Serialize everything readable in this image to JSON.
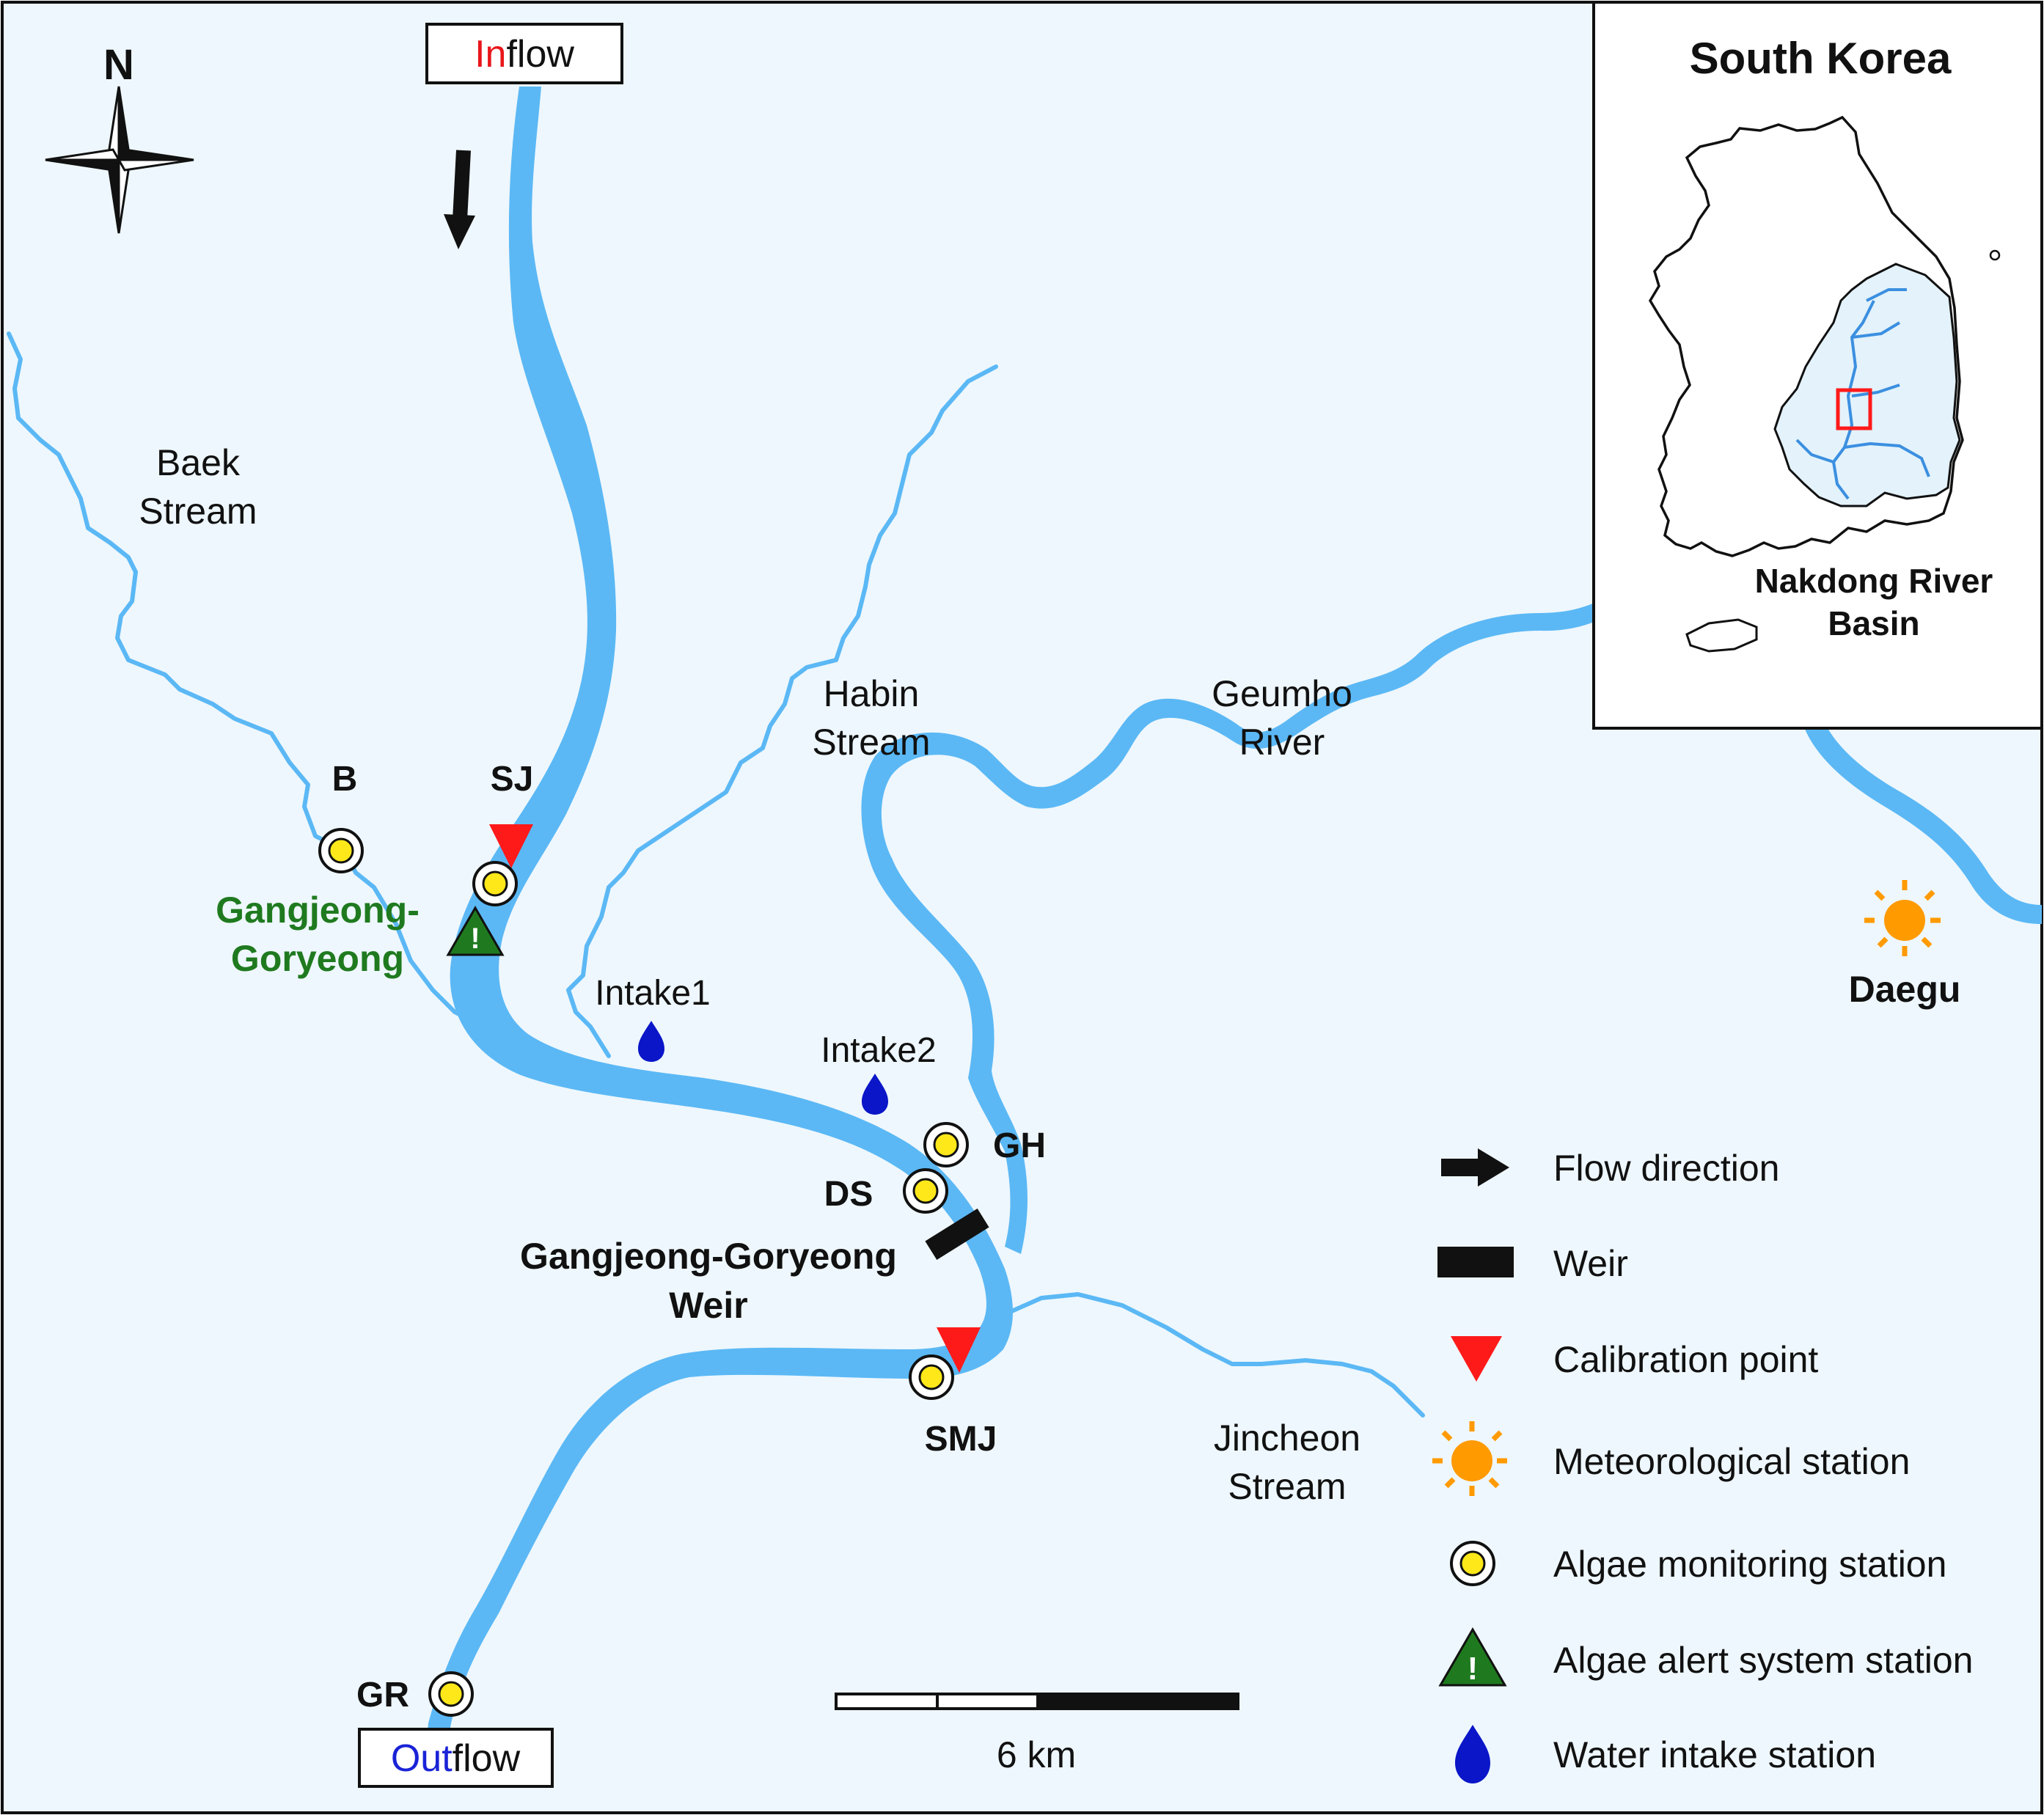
{
  "flow_labels": {
    "inflow_prefix": "In",
    "inflow_suffix": "flow",
    "outflow_prefix": "Out",
    "outflow_suffix": "flow"
  },
  "north": "N",
  "streams": {
    "baek_1": "Baek",
    "baek_2": "Stream",
    "habin_1": "Habin",
    "habin_2": "Stream",
    "geumho_1": "Geumho",
    "geumho_2": "River",
    "jincheon_1": "Jincheon",
    "jincheon_2": "Stream"
  },
  "stations": {
    "b": "B",
    "sj": "SJ",
    "gh": "GH",
    "ds": "DS",
    "smj": "SMJ",
    "gr": "GR",
    "intake1": "Intake1",
    "intake2": "Intake2",
    "alert_1": "Gangjeong-",
    "alert_2": "Goryeong",
    "weir_1": "Gangjeong-Goryeong",
    "weir_2": "Weir",
    "daegu": "Daegu"
  },
  "scale_bar": {
    "label": "6 km"
  },
  "inset": {
    "title": "South Korea",
    "basin_1": "Nakdong River",
    "basin_2": "Basin"
  },
  "legend": {
    "items": [
      {
        "label": "Flow direction",
        "icon": "arrow-icon"
      },
      {
        "label": "Weir",
        "icon": "weir-icon"
      },
      {
        "label": "Calibration point",
        "icon": "red-triangle-icon"
      },
      {
        "label": "Meteorological station",
        "icon": "sun-icon"
      },
      {
        "label": "Algae monitoring station",
        "icon": "yellow-circle-icon"
      },
      {
        "label": "Algae alert system station",
        "icon": "green-warning-triangle-icon"
      },
      {
        "label": "Water intake station",
        "icon": "blue-drop-icon"
      }
    ]
  },
  "colors": {
    "background": "#eef7fd",
    "river": "#5bb8f5",
    "calibration": "#ff1a1a",
    "alert": "#1f7a1f",
    "intake": "#0a16c8",
    "sun": "#ff9a00",
    "inflow_accent": "#e8161b",
    "outflow_accent": "#1a23d6"
  }
}
